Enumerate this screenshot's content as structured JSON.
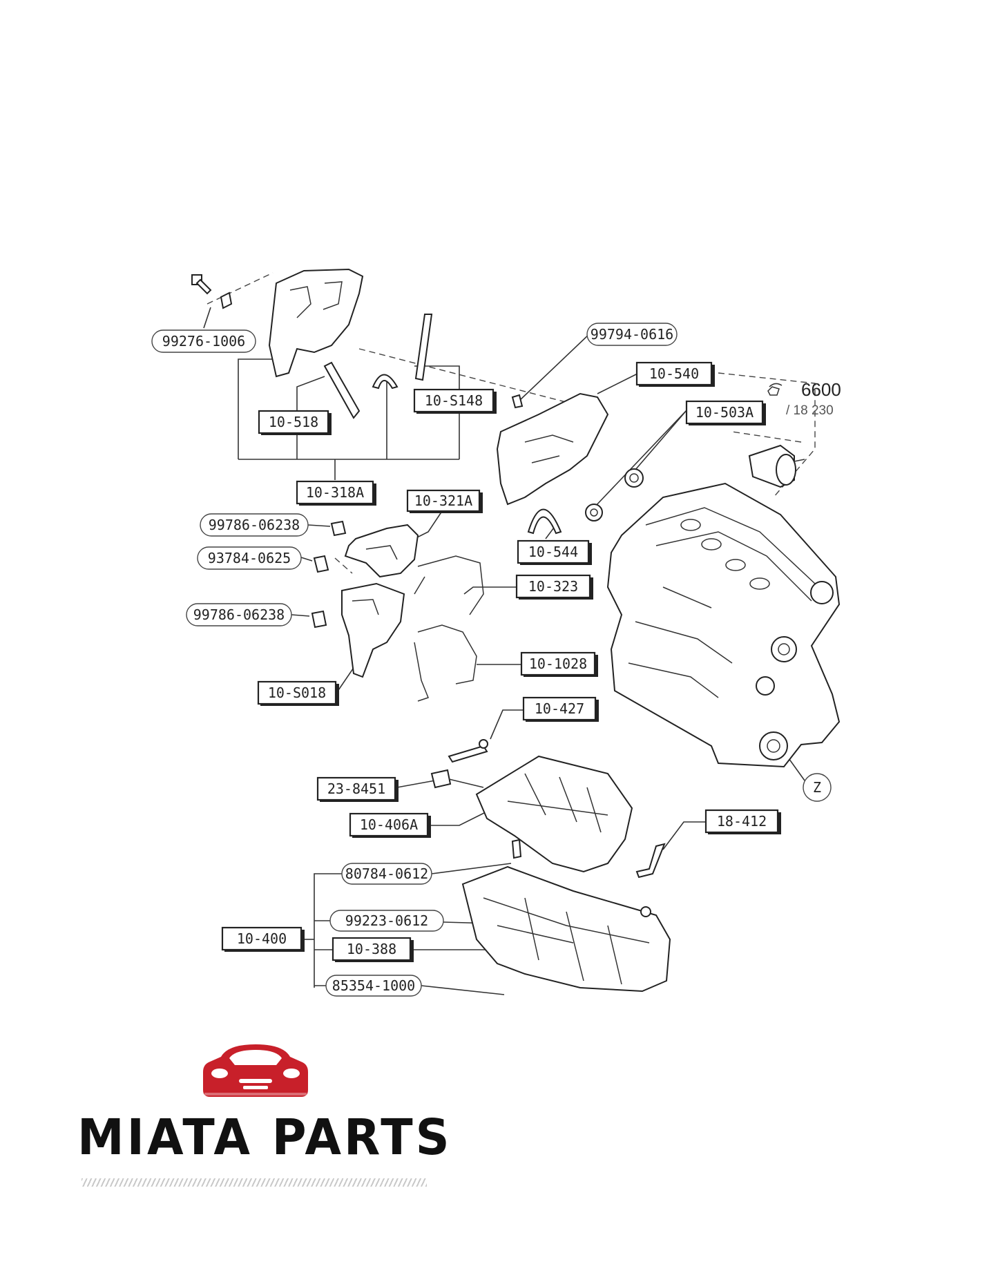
{
  "diagram": {
    "callouts": [
      {
        "id": "c1",
        "text": "99276-1006",
        "style": "round"
      },
      {
        "id": "c2",
        "text": "99794-0616",
        "style": "round"
      },
      {
        "id": "c3",
        "text": "10-540",
        "style": "square"
      },
      {
        "id": "c4",
        "text": "10-503A",
        "style": "square"
      },
      {
        "id": "c5",
        "text": "10-S148",
        "style": "square"
      },
      {
        "id": "c6",
        "text": "10-518",
        "style": "square"
      },
      {
        "id": "c7",
        "text": "10-318A",
        "style": "square"
      },
      {
        "id": "c8",
        "text": "10-321A",
        "style": "square"
      },
      {
        "id": "c9",
        "text": "99786-06238",
        "style": "round"
      },
      {
        "id": "c10",
        "text": "93784-0625",
        "style": "round"
      },
      {
        "id": "c11",
        "text": "99786-06238",
        "style": "round"
      },
      {
        "id": "c12",
        "text": "10-S018",
        "style": "square"
      },
      {
        "id": "c13",
        "text": "10-544",
        "style": "square"
      },
      {
        "id": "c14",
        "text": "10-323",
        "style": "square"
      },
      {
        "id": "c15",
        "text": "10-1028",
        "style": "square"
      },
      {
        "id": "c16",
        "text": "10-427",
        "style": "square"
      },
      {
        "id": "c17",
        "text": "23-8451",
        "style": "square"
      },
      {
        "id": "c18",
        "text": "10-406A",
        "style": "square"
      },
      {
        "id": "c19",
        "text": "18-412",
        "style": "square"
      },
      {
        "id": "c20",
        "text": "80784-0612",
        "style": "round"
      },
      {
        "id": "c21",
        "text": "99223-0612",
        "style": "round"
      },
      {
        "id": "c22",
        "text": "10-388",
        "style": "square"
      },
      {
        "id": "c23",
        "text": "10-400",
        "style": "square"
      },
      {
        "id": "c24",
        "text": "85354-1000",
        "style": "round"
      }
    ],
    "reference": {
      "number": "6600",
      "sub": "/ 18 230"
    },
    "view_marker": "Z"
  },
  "logo": {
    "title": "MIATA PARTS",
    "car_icon": "car-front-icon",
    "accent_color": "#c8202a"
  }
}
